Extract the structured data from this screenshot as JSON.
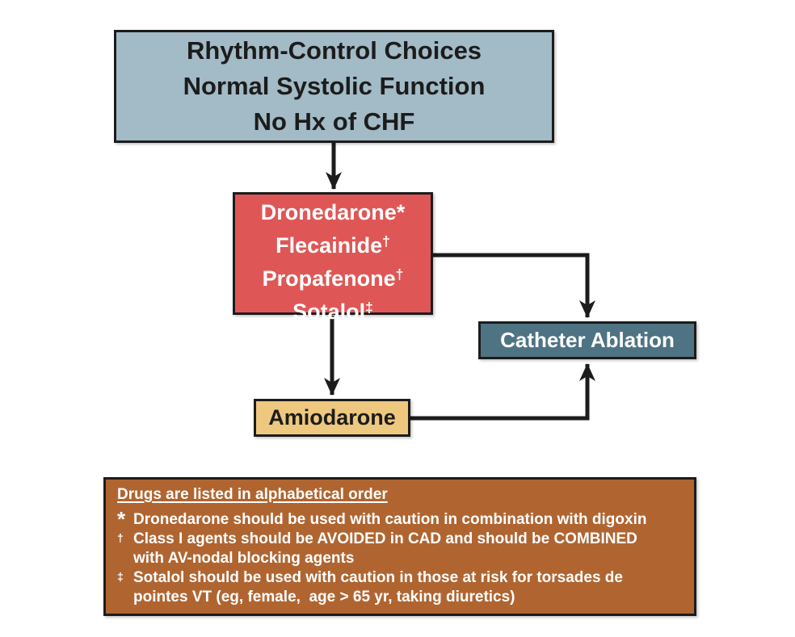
{
  "title_box": {
    "lines": [
      "Rhythm-Control Choices",
      "Normal Systolic Function",
      "No Hx of CHF"
    ]
  },
  "drugs_box": {
    "items": [
      {
        "name": "Dronedarone",
        "marker": "*"
      },
      {
        "name": "Flecainide",
        "marker": "†"
      },
      {
        "name": "Propafenone",
        "marker": "†"
      },
      {
        "name": "Sotalol",
        "marker": "‡"
      }
    ]
  },
  "amiodarone_box": {
    "label": "Amiodarone"
  },
  "ablation_box": {
    "label": "Catheter Ablation"
  },
  "notes_box": {
    "heading": "Drugs are listed in alphabetical order",
    "items": [
      {
        "marker": "*",
        "text": "Dronedarone should be used with caution in combination with digoxin"
      },
      {
        "marker": "†",
        "text": "Class I agents should be AVOIDED in CAD and should be COMBINED\nwith AV-nodal blocking agents"
      },
      {
        "marker": "‡",
        "text": "Sotalol should be used with caution in those at risk for torsades de\npointes VT (eg, female,  age > 65 yr, taking diuretics)"
      }
    ]
  },
  "flow": {
    "connections": [
      {
        "from": "Rhythm-Control Choices Normal Systolic Function No Hx of CHF",
        "to": "Dronedarone/Flecainide/Propafenone/Sotalol"
      },
      {
        "from": "Dronedarone/Flecainide/Propafenone/Sotalol",
        "to": "Amiodarone"
      },
      {
        "from": "Dronedarone/Flecainide/Propafenone/Sotalol",
        "to": "Catheter Ablation"
      },
      {
        "from": "Amiodarone",
        "to": "Catheter Ablation"
      }
    ]
  },
  "colors": {
    "title_box_bg": "#a3bac7",
    "drugs_box_bg": "#de5756",
    "amiodarone_box_bg": "#eec87f",
    "ablation_box_bg": "#4e7382",
    "notes_box_bg": "#b06531",
    "border_and_arrows": "#1c1c1c",
    "background": "#ffffff"
  }
}
